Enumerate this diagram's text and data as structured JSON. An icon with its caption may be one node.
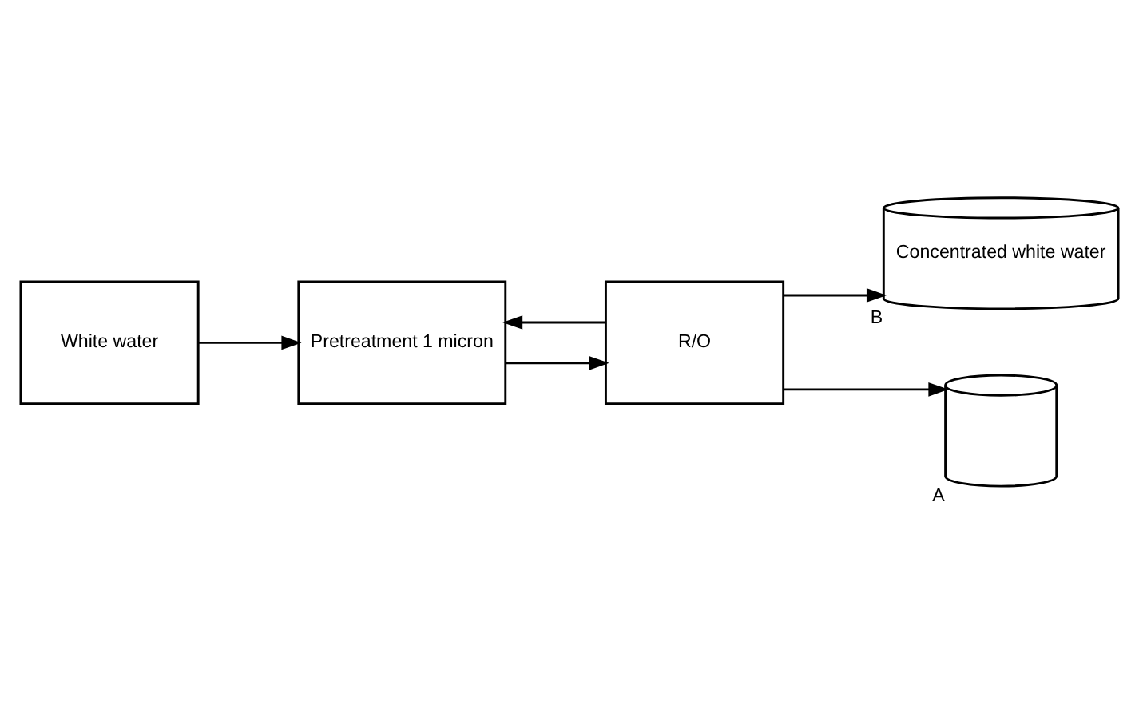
{
  "diagram": {
    "nodes": [
      {
        "text": [
          "White water"
        ]
      },
      {
        "text": [
          "Pretreatment 1 micron"
        ]
      },
      {
        "text": [
          "Concentrated white water"
        ],
        "beside": [
          "B"
        ]
      },
      {
        "text": [
          "R/O"
        ]
      },
      {
        "text": [],
        "shape": "cylinder",
        "beside": [
          "A"
        ]
      }
    ],
    "edges": [
      {
        "from": 0,
        "to": 1,
        "arrow": "to"
      },
      {
        "from": 1,
        "to": 3,
        "arrow": "to"
      },
      {
        "from": 3,
        "to": 1,
        "arrow": "to"
      },
      {
        "from": 3,
        "to": 2,
        "arrow": "to"
      },
      {
        "from": 3,
        "to": 4,
        "arrow": "to"
      }
    ]
  }
}
